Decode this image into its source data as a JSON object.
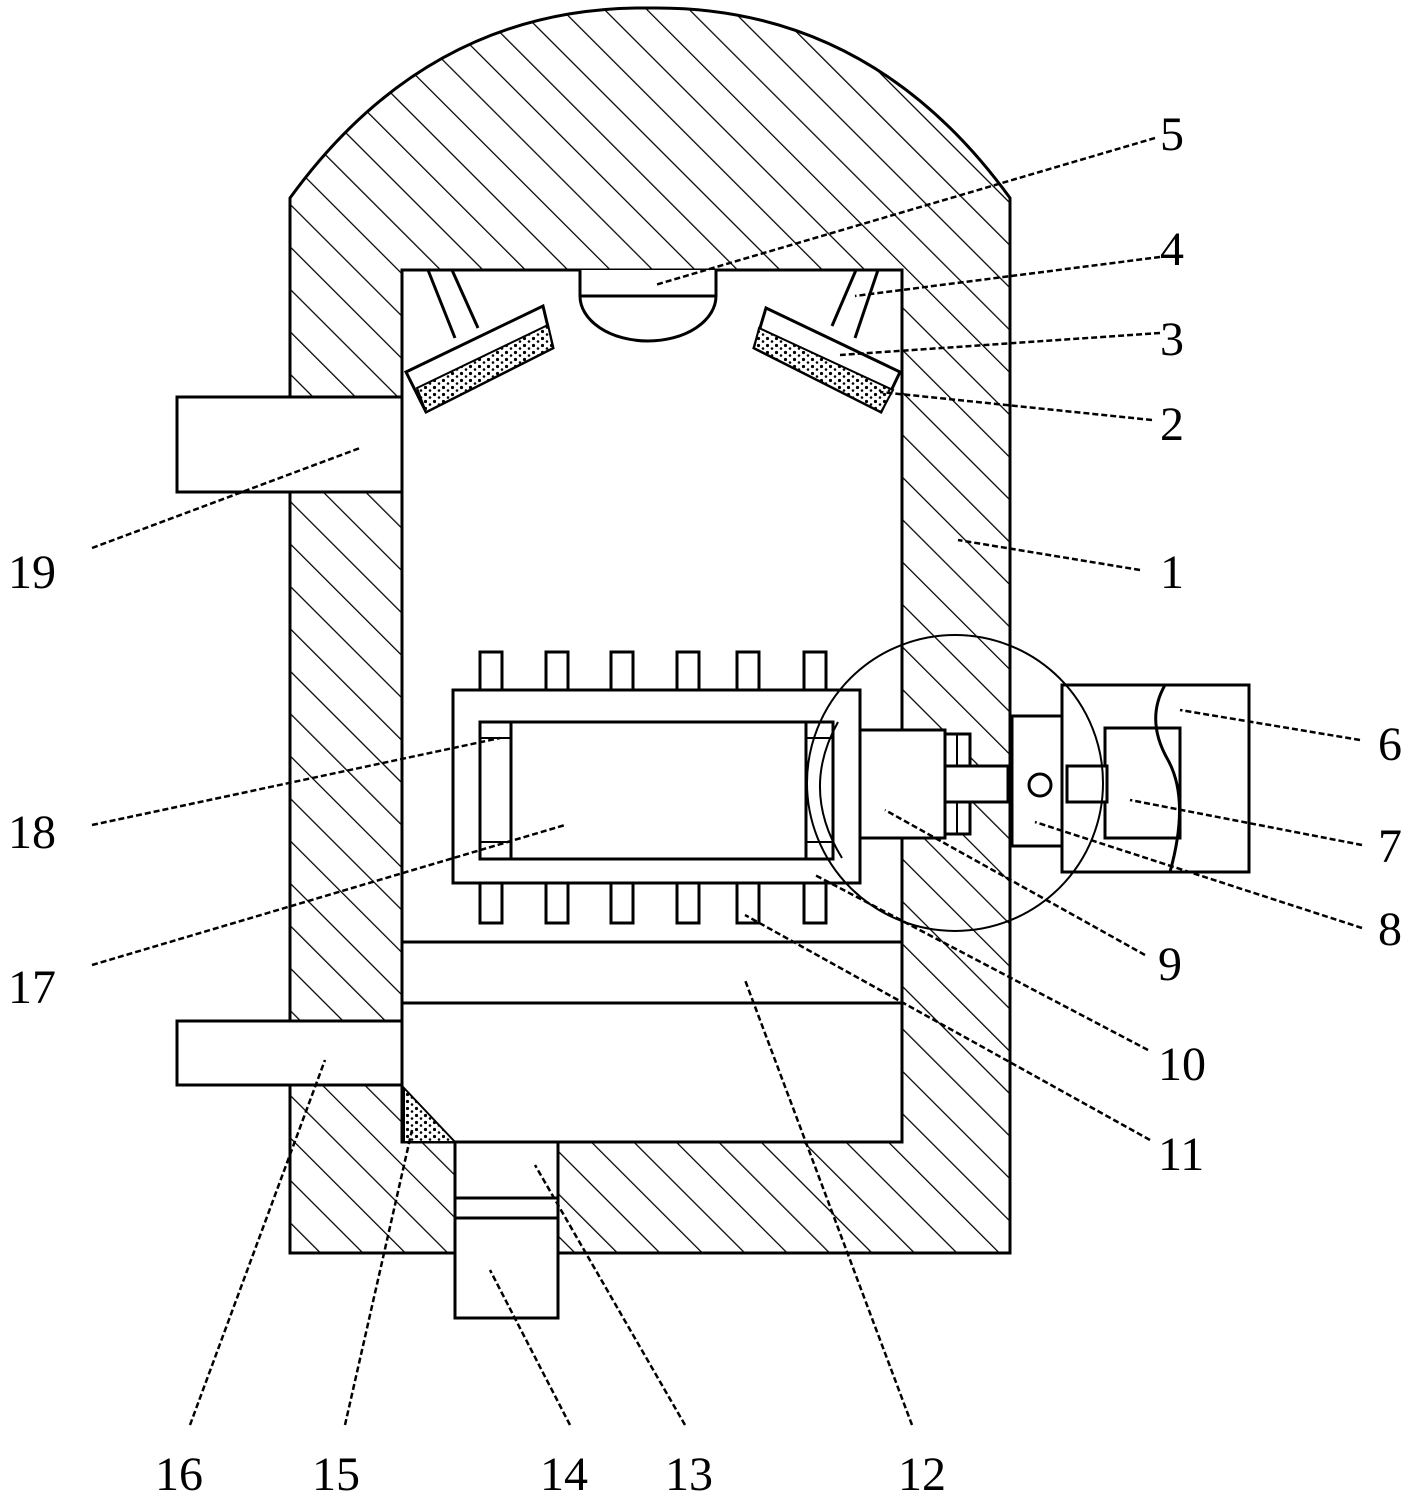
{
  "figure": {
    "line_color": "#000000",
    "background": "#ffffff",
    "hatch": "diagonal-hatch",
    "labels": [
      {
        "id": "1",
        "text": "1"
      },
      {
        "id": "2",
        "text": "2"
      },
      {
        "id": "3",
        "text": "3"
      },
      {
        "id": "4",
        "text": "4"
      },
      {
        "id": "5",
        "text": "5"
      },
      {
        "id": "6",
        "text": "6"
      },
      {
        "id": "7",
        "text": "7"
      },
      {
        "id": "8",
        "text": "8"
      },
      {
        "id": "9",
        "text": "9"
      },
      {
        "id": "10",
        "text": "10"
      },
      {
        "id": "11",
        "text": "11"
      },
      {
        "id": "12",
        "text": "12"
      },
      {
        "id": "13",
        "text": "13"
      },
      {
        "id": "14",
        "text": "14"
      },
      {
        "id": "15",
        "text": "15"
      },
      {
        "id": "16",
        "text": "16"
      },
      {
        "id": "17",
        "text": "17"
      },
      {
        "id": "18",
        "text": "18"
      },
      {
        "id": "19",
        "text": "19"
      }
    ]
  }
}
